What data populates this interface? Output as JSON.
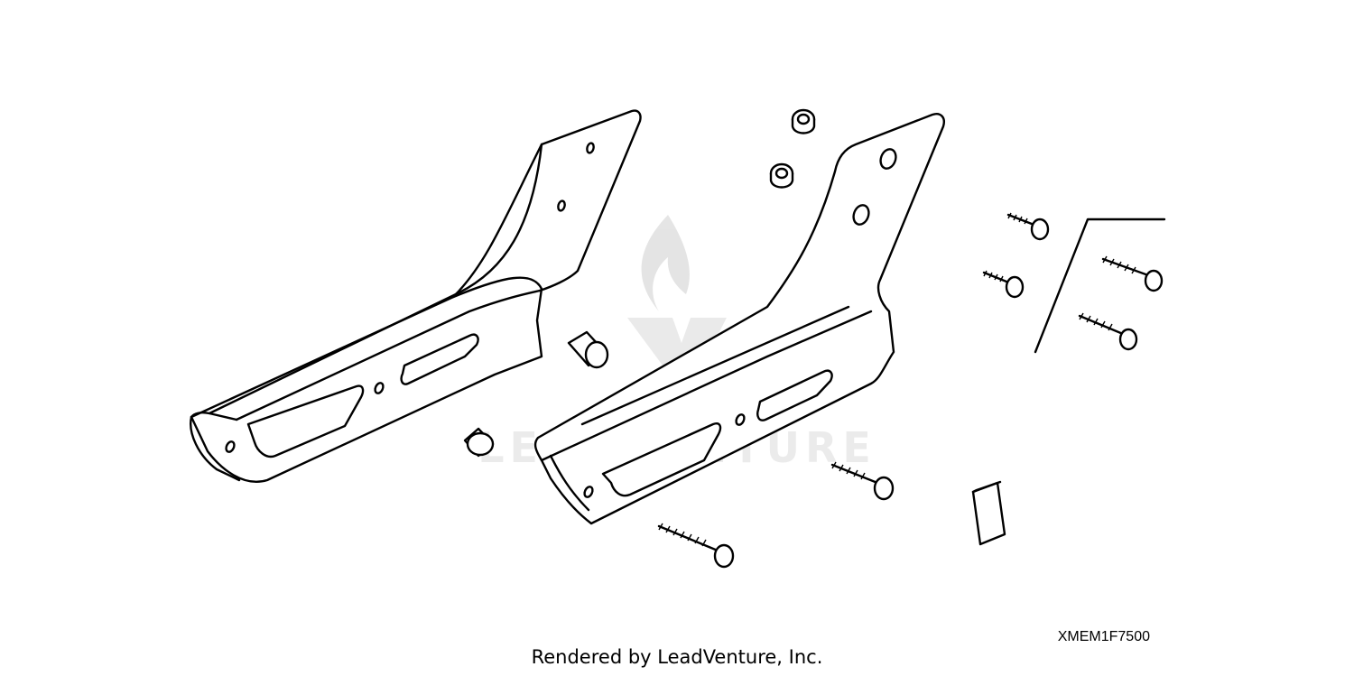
{
  "diagram": {
    "part_code": "XMEM1F7500",
    "credit": "Rendered by LeadVenture, Inc.",
    "watermark": {
      "text": "LEADVENTURE",
      "color": "#d6d6d6"
    },
    "line_color": "#000000",
    "background": "#ffffff"
  }
}
